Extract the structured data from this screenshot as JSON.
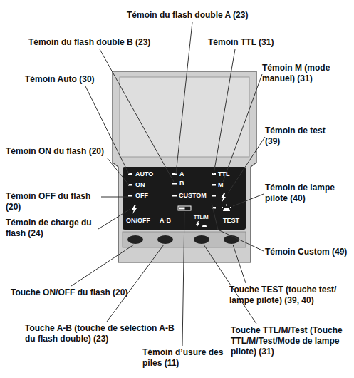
{
  "diagram": {
    "labels": [
      "Témoin du flash double A (23)",
      "Témoin du flash double B (23)",
      "Témoin TTL (31)",
      "Témoin M (mode manuel) (31)",
      "Témoin Auto (30)",
      "Témoin de test (39)",
      "Témoin ON du flash (20)",
      "Témoin de lampe pilote (40)",
      "Témoin OFF du flash (20)",
      "Témoin de charge du flash (24)",
      "Témoin Custom (49)",
      "Touche ON/OFF du flash (20)",
      "Touche TEST (touche test/ lampe pilote) (39, 40)",
      "Touche A-B (touche de sélection A-B du flash double) (23)",
      "Témoin d’usure des piles (11)",
      "Touche TTL/M/Test (Touche TTL/M/Test/Mode de lampe pilote) (31)",
      "AUTO",
      "ON",
      "OFF",
      "A",
      "B",
      "CUSTOM",
      "TTL",
      "M",
      "ON/OFF",
      "A·B",
      "TTL/M",
      "TEST"
    ]
  }
}
